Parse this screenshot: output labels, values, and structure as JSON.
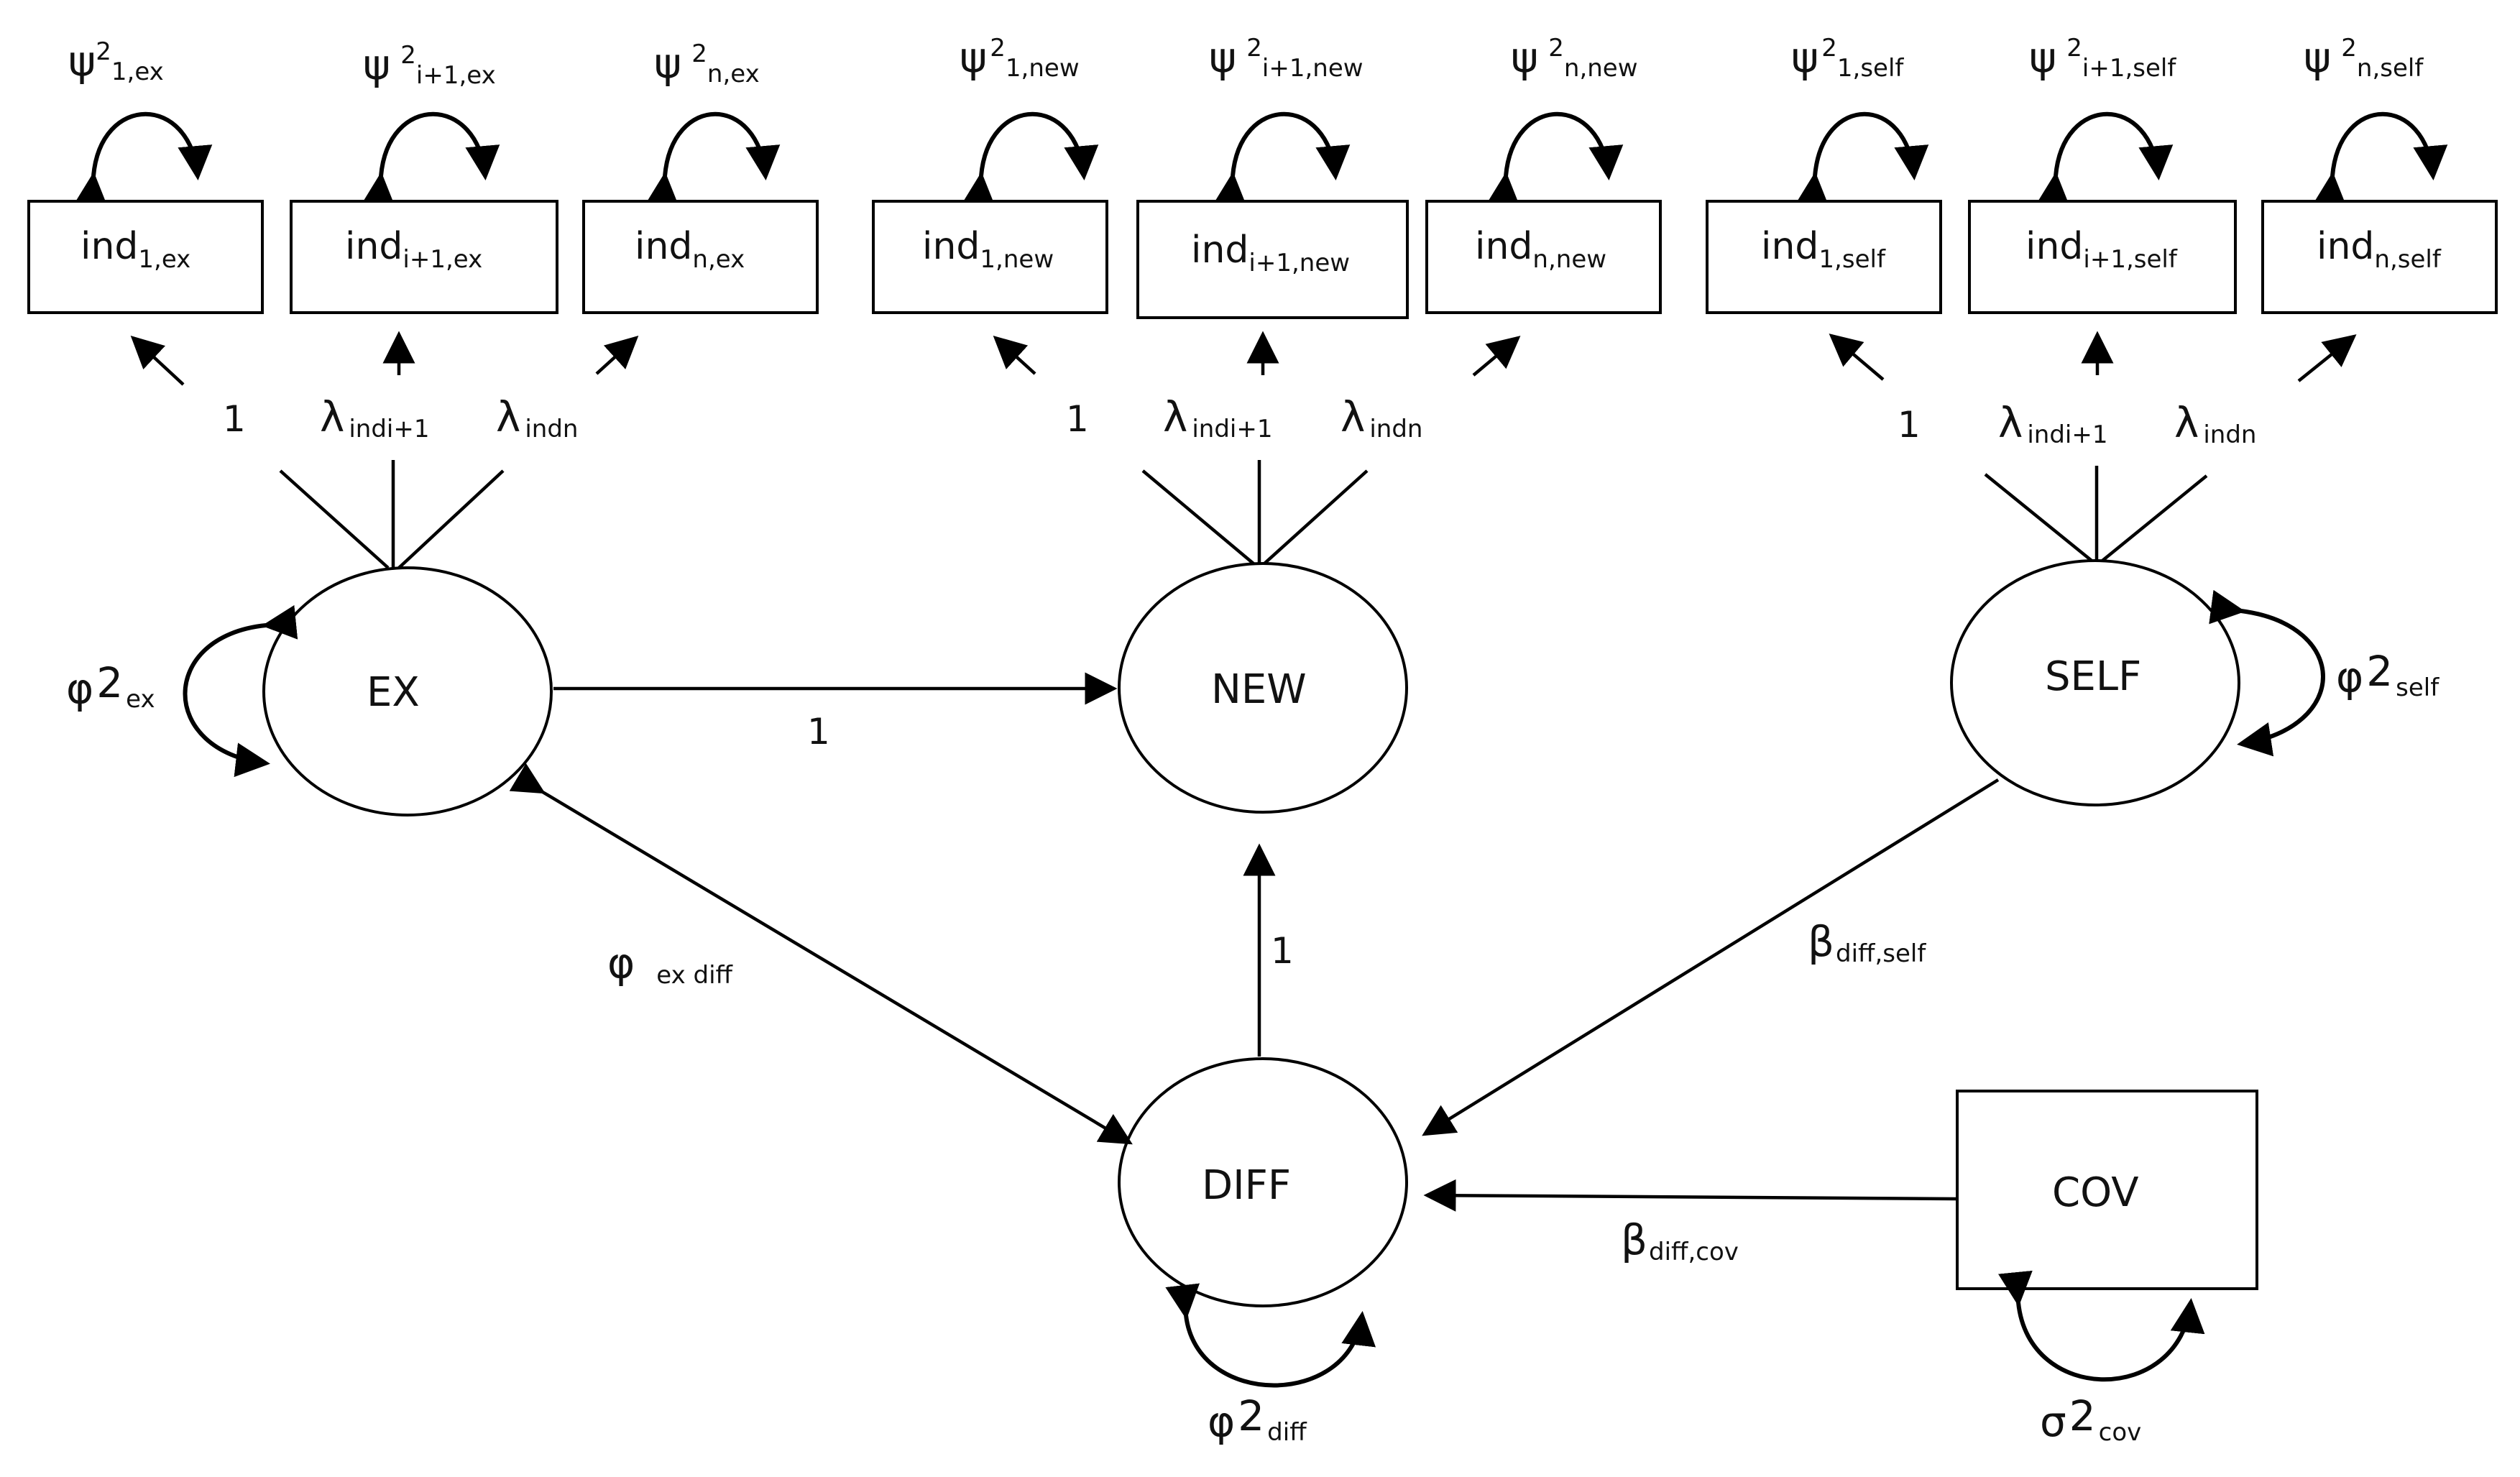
{
  "indicators": {
    "ex": [
      {
        "main": "ind",
        "sub": "1,ex"
      },
      {
        "main": "ind",
        "sub": "i+1,ex"
      },
      {
        "main": "ind",
        "sub": "n,ex"
      }
    ],
    "new": [
      {
        "main": "ind",
        "sub": "1,new"
      },
      {
        "main": "ind",
        "sub": "i+1,new"
      },
      {
        "main": "ind",
        "sub": "n,new"
      }
    ],
    "self": [
      {
        "main": "ind",
        "sub": "1,self"
      },
      {
        "main": "ind",
        "sub": "i+1,self"
      },
      {
        "main": "ind",
        "sub": "n,self"
      }
    ]
  },
  "residuals": {
    "ex": [
      {
        "sym": "ψ",
        "sup": "2",
        "sub": "1,ex"
      },
      {
        "sym": "ψ",
        "sup": "2",
        "sub": "i+1,ex"
      },
      {
        "sym": "ψ",
        "sup": "2",
        "sub": "n,ex"
      }
    ],
    "new": [
      {
        "sym": "ψ",
        "sup": "2",
        "sub": "1,new"
      },
      {
        "sym": "ψ",
        "sup": "2",
        "sub": "i+1,new"
      },
      {
        "sym": "ψ",
        "sup": "2",
        "sub": "n,new"
      }
    ],
    "self": [
      {
        "sym": "ψ",
        "sup": "2",
        "sub": "1,self"
      },
      {
        "sym": "ψ",
        "sup": "2",
        "sub": "i+1,self"
      },
      {
        "sym": "ψ",
        "sup": "2",
        "sub": "n,self"
      }
    ]
  },
  "loadings": {
    "ex": [
      {
        "text": "1"
      },
      {
        "sym": "λ",
        "sub": "indi+1"
      },
      {
        "sym": "λ",
        "sub": "indn"
      }
    ],
    "new": [
      {
        "text": "1"
      },
      {
        "sym": "λ",
        "sub": "indi+1"
      },
      {
        "sym": "λ",
        "sub": "indn"
      }
    ],
    "self": [
      {
        "text": "1"
      },
      {
        "sym": "λ",
        "sub": "indi+1"
      },
      {
        "sym": "λ",
        "sub": "indn"
      }
    ]
  },
  "latents": {
    "ex": "EX",
    "new": "NEW",
    "self": "SELF",
    "diff": "DIFF"
  },
  "observed": {
    "cov": "COV"
  },
  "variances": {
    "ex": {
      "sym": "φ",
      "sup": "2",
      "sub": "ex"
    },
    "self": {
      "sym": "φ",
      "sup": "2",
      "sub": "self"
    },
    "diff": {
      "sym": "φ",
      "sup": "2",
      "sub": "diff"
    },
    "cov": {
      "sym": "σ",
      "sup": "2",
      "sub": "cov"
    }
  },
  "paths": {
    "ex_new": "1",
    "diff_new": "1",
    "ex_diff": {
      "sym": "φ",
      "sub": "ex diff"
    },
    "self_diff": {
      "sym": "β",
      "sub": "diff,self"
    },
    "cov_diff": {
      "sym": "β",
      "sub": "diff,cov"
    }
  }
}
